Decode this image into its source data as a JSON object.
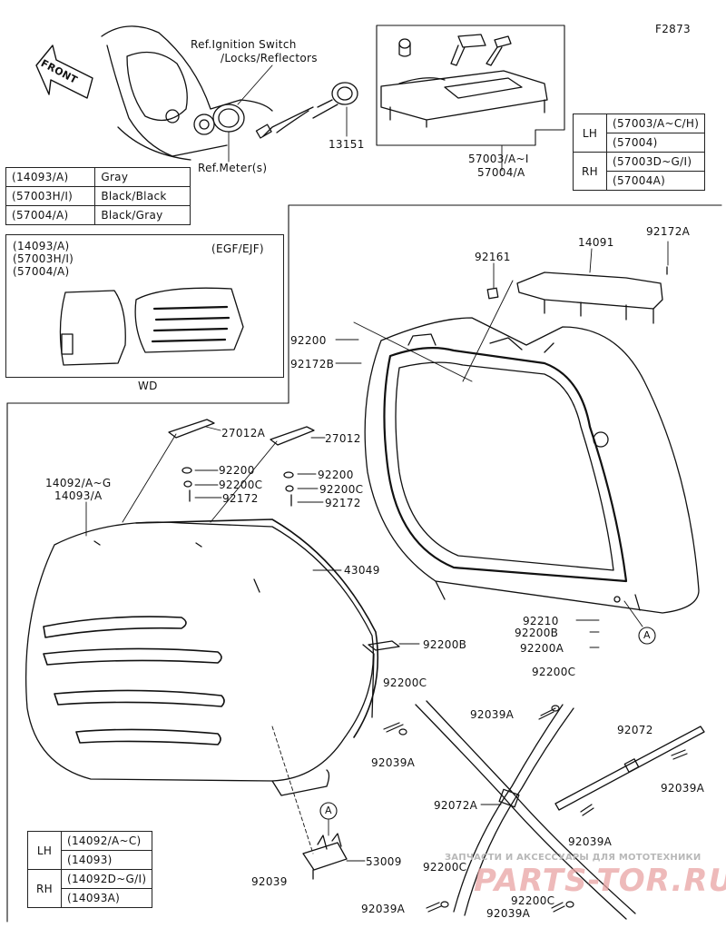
{
  "diagram_code": "F2873",
  "front_label": "FRONT",
  "ref_ignition": "Ref.Ignition Switch",
  "ref_locks": "/Locks/Reflectors",
  "ref_meter": "Ref.Meter(s)",
  "part_13151": "13151",
  "part_57003": "57003/A~I",
  "part_57004": "57004/A",
  "color_table": [
    {
      "part": "(14093/A)",
      "color": "Gray"
    },
    {
      "part": "(57003H/I)",
      "color": "Black/Black"
    },
    {
      "part": "(57004/A)",
      "color": "Black/Gray"
    }
  ],
  "lock_table": {
    "lh_label": "LH",
    "rh_label": "RH",
    "lh": [
      "(57003/A~C/H)",
      "(57004)"
    ],
    "rh": [
      "(57003D~G/I)",
      "(57004A)"
    ]
  },
  "case_table": {
    "lh_label": "LH",
    "rh_label": "RH",
    "lh": [
      "(14092/A~C)",
      "(14093)"
    ],
    "rh": [
      "(14092D~G/I)",
      "(14093A)"
    ]
  },
  "inset": {
    "parts": [
      "(14093/A)",
      "(57003H/I)",
      "(57004/A)"
    ],
    "region": "(EGF/EJF)",
    "caption": "WD"
  },
  "labels": {
    "p14091": "14091",
    "p92172A": "92172A",
    "p92161": "92161",
    "p92200_top": "92200",
    "p92172B": "92172B",
    "p27012A": "27012A",
    "p27012": "27012",
    "p92200_l": "92200",
    "p92200C_l": "92200C",
    "p92172_l": "92172",
    "p92200_r": "92200",
    "p92200C_r": "92200C",
    "p92172_r": "92172",
    "p14092_a": "14092/A~G",
    "p14093_a": "14093/A",
    "p43049": "43049",
    "p92200B_mid": "92200B",
    "p92210": "92210",
    "p92200B": "92200B",
    "p92200A": "92200A",
    "ref_a_right": "A",
    "p92200C_1": "92200C",
    "p92200C_2": "92200C",
    "p92039A_1": "92039A",
    "p92039A_2": "92039A",
    "p92072": "92072",
    "p92039A_3": "92039A",
    "p92072A": "92072A",
    "p92039A_4": "92039A",
    "ref_a_left": "A",
    "p53009": "53009",
    "p92039": "92039",
    "p92200C_3": "92200C",
    "p92039A_5": "92039A",
    "p92200C_4": "92200C",
    "p92039A_6": "92039A"
  },
  "watermark": {
    "line1": "ЗАПЧАСТИ И АКСЕССУАРЫ ДЛЯ МОТОТЕХНИКИ",
    "line2": "PARTS-TOR.RU"
  }
}
